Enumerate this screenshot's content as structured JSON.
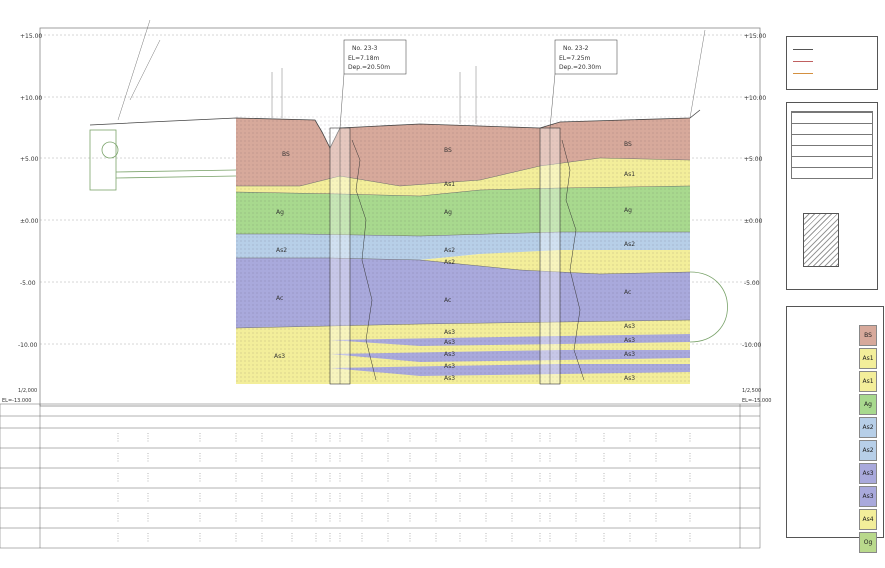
{
  "boreholes": [
    {
      "no": "No. 23-3",
      "el": "EL=7.18m",
      "dep": "Dep.=20.50m"
    },
    {
      "no": "No. 23-2",
      "el": "EL=7.25m",
      "dep": "Dep.=20.30m"
    }
  ],
  "elevation_marks": [
    "+15.00",
    "+10.00",
    "+5.00",
    "±0.00",
    "-5.00",
    "-10.00"
  ],
  "layers": [
    {
      "code": "BS",
      "color": "#d7a99b"
    },
    {
      "code": "As1",
      "color": "#f3ee9a"
    },
    {
      "code": "Ag",
      "color": "#a8d98e"
    },
    {
      "code": "As2",
      "color": "#b7cfe8"
    },
    {
      "code": "Ac",
      "color": "#a9a9dc"
    },
    {
      "code": "As3",
      "color": "#f3ee9a"
    }
  ],
  "section_labels": [
    {
      "text": "BS"
    },
    {
      "text": "BS"
    },
    {
      "text": "BS"
    },
    {
      "text": "As1"
    },
    {
      "text": "As1"
    },
    {
      "text": "Ag"
    },
    {
      "text": "Ag"
    },
    {
      "text": "Ag"
    },
    {
      "text": "As2"
    },
    {
      "text": "As2"
    },
    {
      "text": "As2"
    },
    {
      "text": "As2"
    },
    {
      "text": "Ac"
    },
    {
      "text": "Ac"
    },
    {
      "text": "Ac"
    },
    {
      "text": "As3"
    },
    {
      "text": "As3"
    },
    {
      "text": "As3"
    },
    {
      "text": "As3"
    },
    {
      "text": "As3"
    },
    {
      "text": "As3"
    },
    {
      "text": "As3"
    },
    {
      "text": "As3"
    },
    {
      "text": "As3"
    },
    {
      "text": "As3"
    }
  ],
  "scale_left": {
    "h": "1/2,000",
    "el": "EL=-13.000"
  },
  "scale_right": {
    "h": "1/2,500",
    "el": "EL=-15.000"
  },
  "legend_geo_codes": [
    "BS",
    "As1",
    "As1",
    "Ag",
    "As2",
    "As2",
    "As3",
    "As3",
    "As4",
    "Og"
  ],
  "colors": {
    "BS": "#d7a99b",
    "As": "#f3ee9a",
    "Ag": "#a8d98e",
    "As2": "#b7cfe8",
    "Ac": "#a9a9dc",
    "Og": "#b9d98c"
  }
}
